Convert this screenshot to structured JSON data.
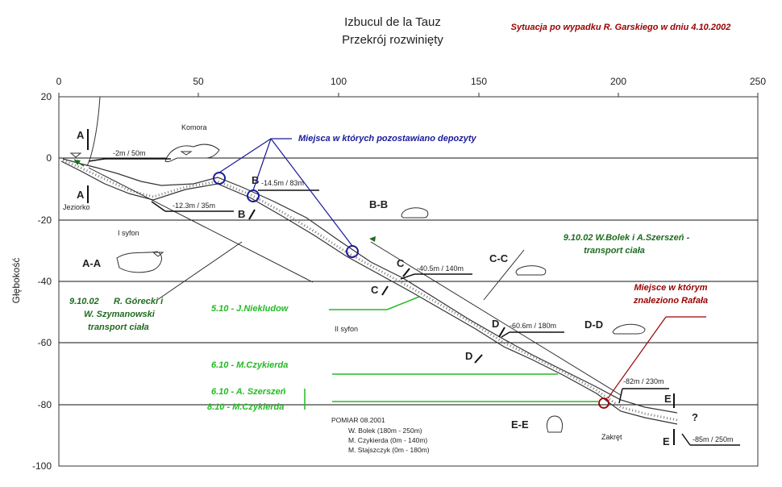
{
  "title_line1": "Izbucul de la Tauz",
  "title_line2": "Przekrój rozwinięty",
  "situation": "Sytuacja po wypadku R. Garskiego w dniu 4.10.2002",
  "colors": {
    "red": "#990000",
    "blue": "#1a1a99",
    "dark_green": "#1f6b1f",
    "green": "#22bb22",
    "gray": "#888888"
  },
  "axes": {
    "x_ticks": [
      "0",
      "50",
      "100",
      "150",
      "200",
      "250"
    ],
    "y_ticks": [
      "20",
      "0",
      "-20",
      "-40",
      "-60",
      "-80",
      "-100"
    ],
    "y_label": "Głębokość"
  },
  "labels": {
    "jeziorko": "Jeziorko",
    "komora": "Komora",
    "i_syfon": "I syfon",
    "ii_syfon": "II syfon",
    "zakret": "Zakręt",
    "question": "?"
  },
  "sections": {
    "A": "A",
    "B": "B",
    "C": "C",
    "D": "D",
    "E": "E",
    "AA": "A-A",
    "BB": "B-B",
    "CC": "C-C",
    "DD": "D-D",
    "EE": "E-E"
  },
  "depth_labels": {
    "l1": "-2m / 50m",
    "l2": "-12.3m / 35m",
    "l3": "-14.5m / 83m",
    "l4": "-40.5m / 140m",
    "l5": "-60.6m / 180m",
    "l6": "-82m / 230m",
    "l7": "-85m / 250m"
  },
  "annotations": {
    "deposits": "Miejsca w których pozostawiano depozyty",
    "bolek_line1": "9.10.02 W.Bolek i A.Szerszeń -",
    "bolek_line2": "transport ciała",
    "gorecki_line1": "9.10.02",
    "gorecki_line1b": "R. Górecki i",
    "gorecki_line2": "W. Szymanowski",
    "gorecki_line3": "transport ciała",
    "niekludow": "5.10 - J.Niekludow",
    "czykierda1": "6.10 - M.Czykierda",
    "szerszen": "6.10 - A. Szerszeń",
    "czykierda2": "8.10 - M.Czykierda",
    "found_line1": "Miejsce w którym",
    "found_line2": "znaleziono Rafała"
  },
  "pomiar": {
    "title": "POMIAR 08.2001",
    "line1": "W. Bolek (180m - 250m)",
    "line2": "M. Czykierda (0m - 140m)",
    "line3": "M. Stajszczyk (0m - 180m)"
  }
}
